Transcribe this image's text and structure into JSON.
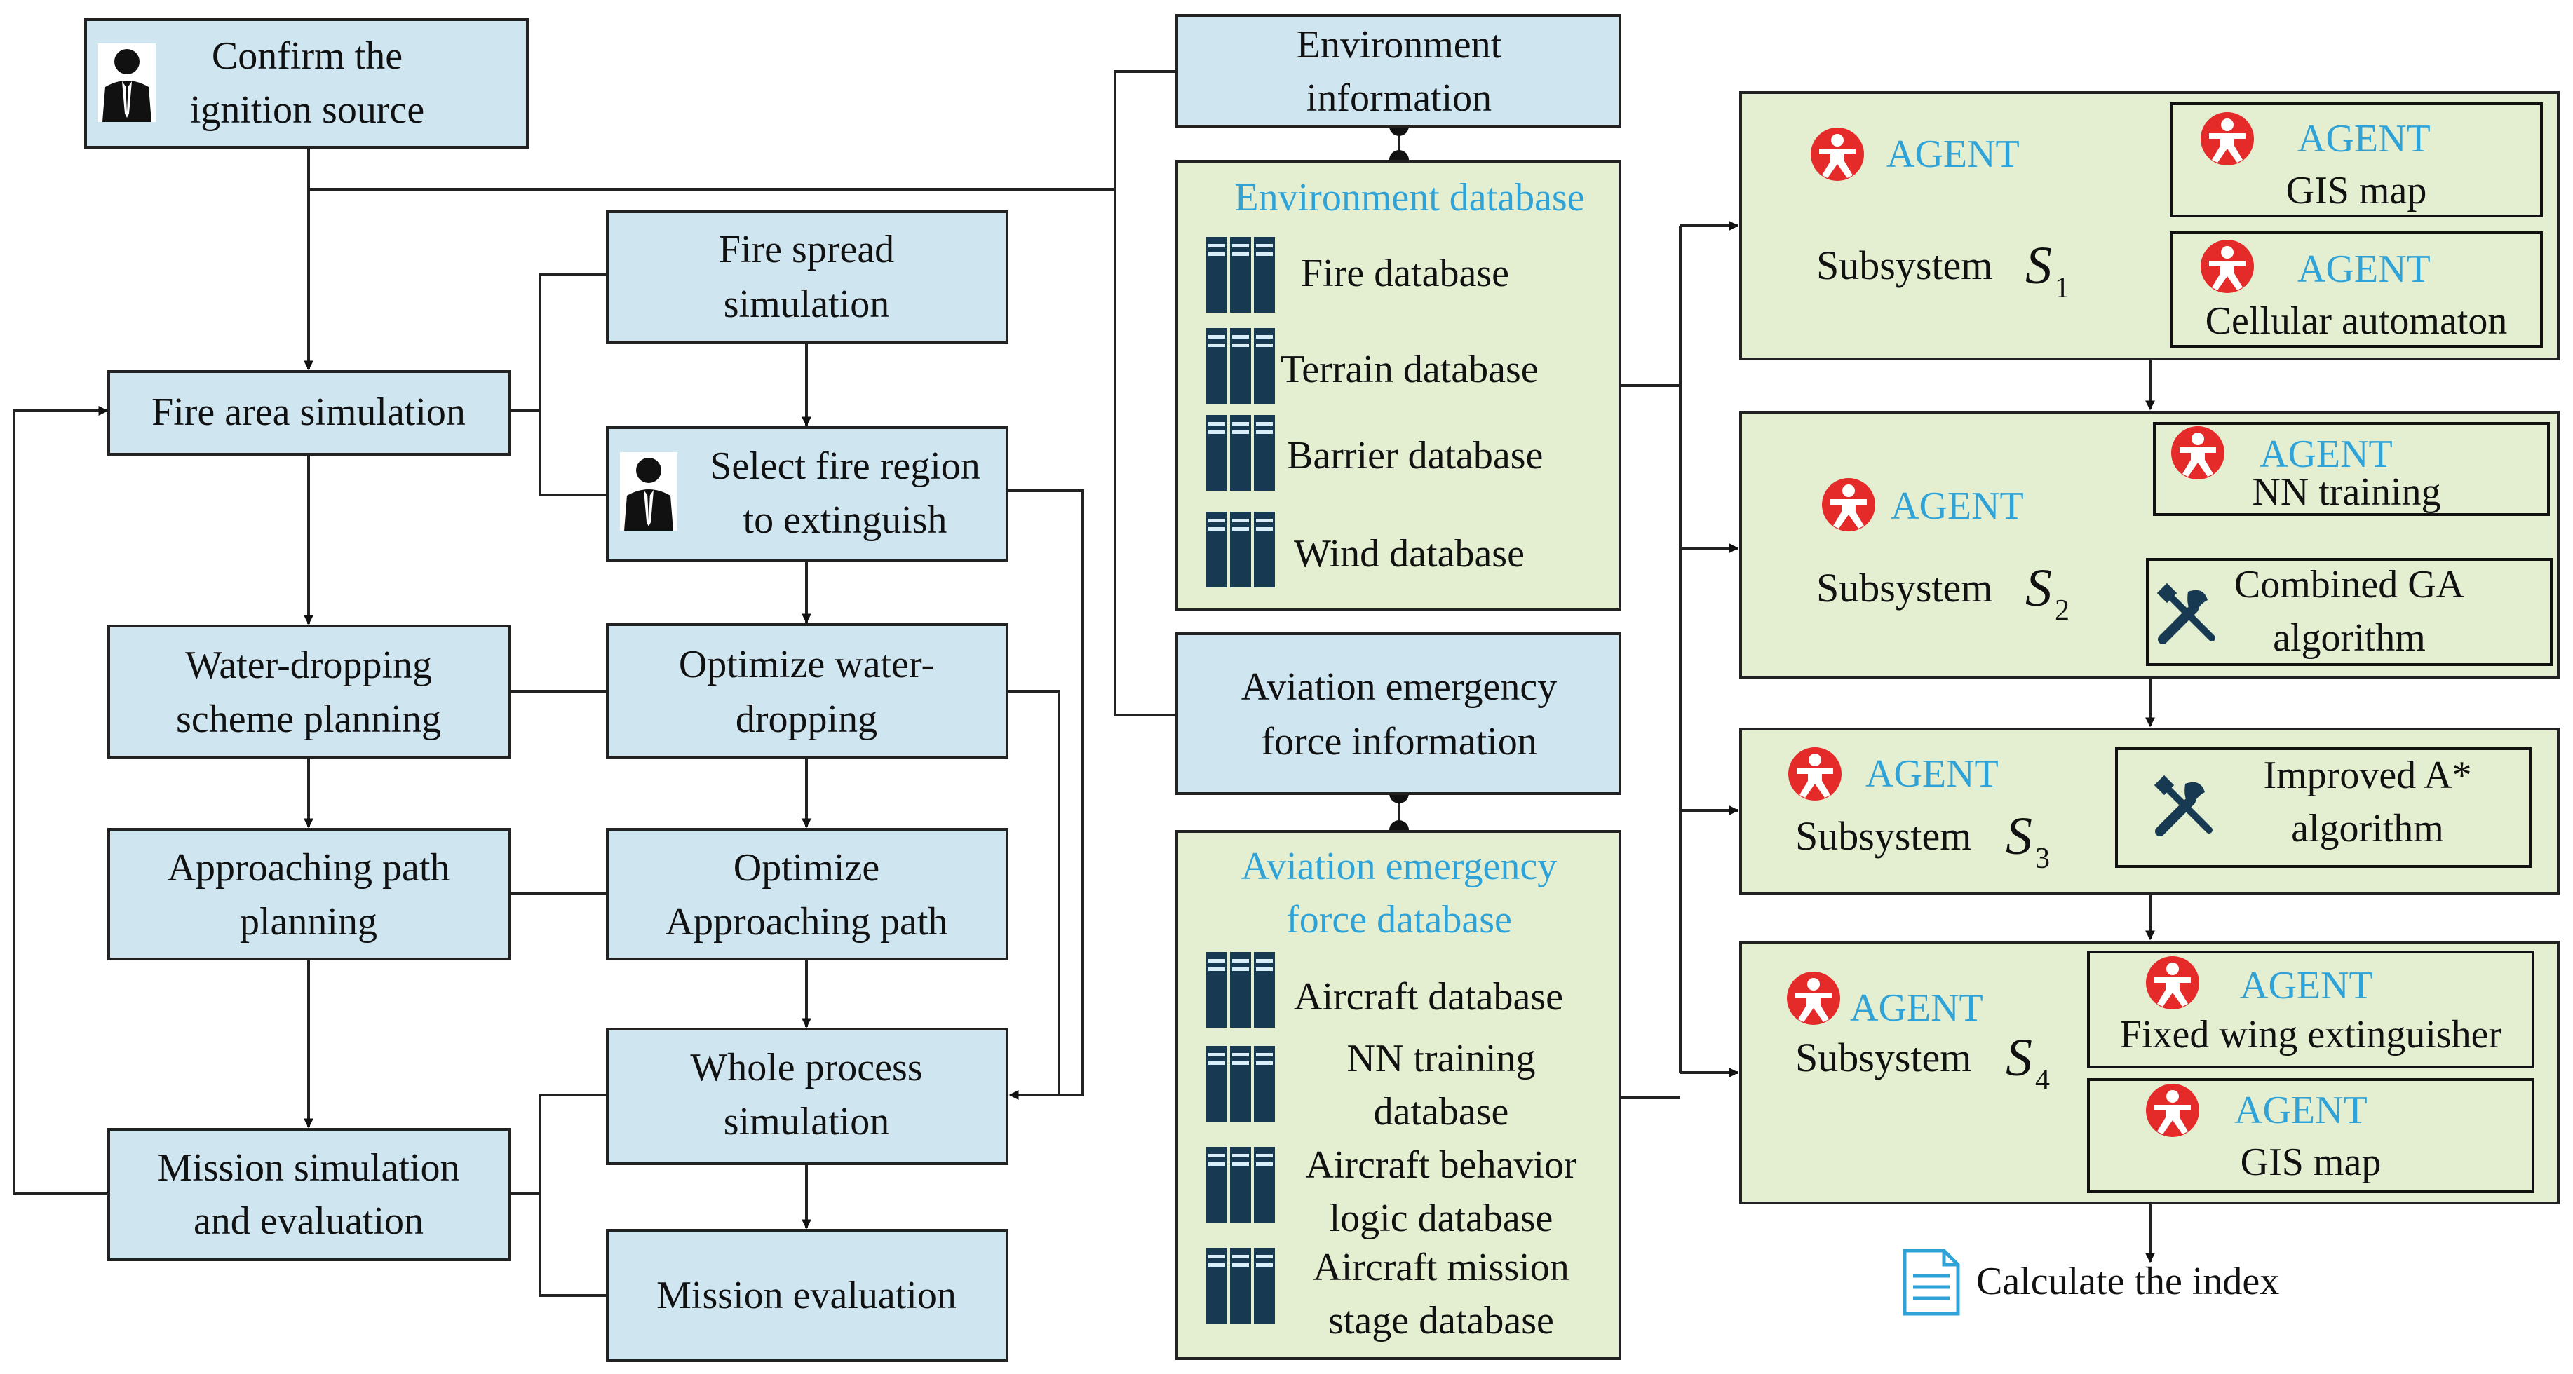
{
  "flow": {
    "ignition": [
      "Confirm the",
      "ignition source"
    ],
    "fire_area": "Fire area simulation",
    "water_plan": [
      "Water-dropping",
      "scheme planning"
    ],
    "approach_plan": [
      "Approaching path",
      "planning"
    ],
    "mission_sim": [
      "Mission simulation",
      "and evaluation"
    ],
    "fire_spread": [
      "Fire spread",
      "simulation"
    ],
    "select_region": [
      "Select fire region",
      "to extinguish"
    ],
    "opt_water": [
      "Optimize water-",
      "dropping"
    ],
    "opt_approach": [
      "Optimize",
      "Approaching path"
    ],
    "whole_process": [
      "Whole process",
      "simulation"
    ],
    "mission_eval": "Mission evaluation"
  },
  "env": {
    "info": [
      "Environment",
      "information"
    ],
    "db_title": "Environment database",
    "items": [
      "Fire database",
      "Terrain database",
      "Barrier database",
      "Wind database"
    ]
  },
  "aviation": {
    "info": [
      "Aviation emergency",
      "force information"
    ],
    "db_title": [
      "Aviation emergency",
      "force database"
    ],
    "items": [
      [
        "Aircraft database"
      ],
      [
        "NN training",
        "database"
      ],
      [
        "Aircraft behavior",
        "logic database"
      ],
      [
        "Aircraft mission",
        "stage database"
      ]
    ]
  },
  "subsystems": {
    "agent_label": "AGENT",
    "subsystem_label": "Subsystem",
    "var": "S",
    "s1": {
      "index": "1",
      "gis": "GIS map",
      "ca": "Cellular automaton"
    },
    "s2": {
      "index": "2",
      "nn": "NN training",
      "ga": [
        "Combined GA",
        "algorithm"
      ]
    },
    "s3": {
      "index": "3",
      "astar": [
        "Improved A*",
        "algorithm"
      ]
    },
    "s4": {
      "index": "4",
      "fixed": "Fixed wing extinguisher",
      "gis": "GIS map"
    }
  },
  "calc": "Calculate the index"
}
